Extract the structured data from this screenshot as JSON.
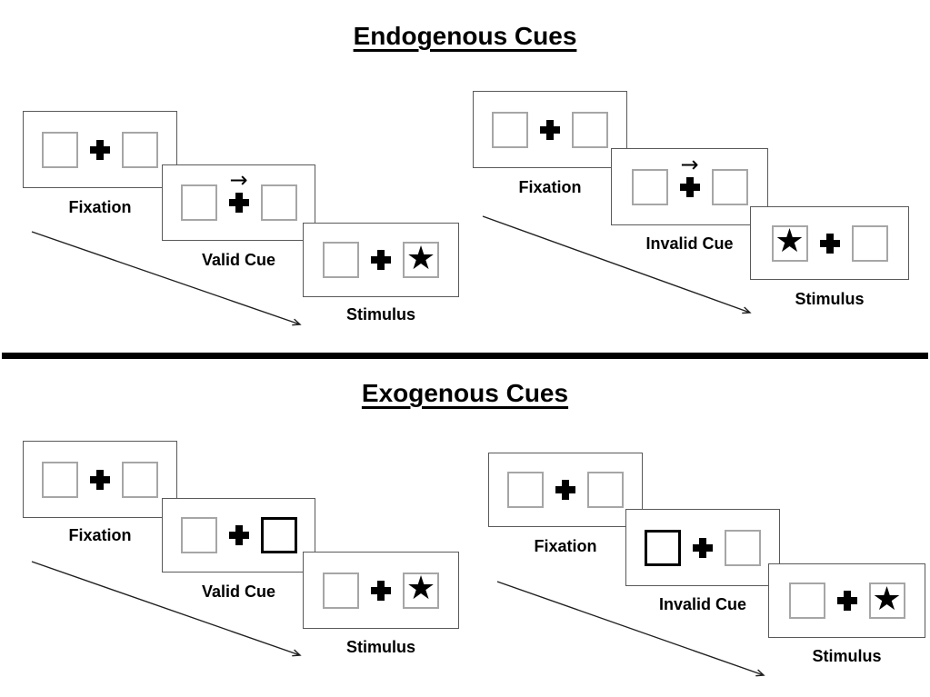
{
  "icons": {
    "star": "★",
    "cue_arrow": "→",
    "fixation_cross": "+"
  },
  "colors": {
    "background": "#ffffff",
    "text": "#000000",
    "panel_border": "#595959",
    "box_border": "#a6a6a6",
    "cued_box_border": "#000000",
    "divider": "#000000",
    "arrow": "#1f1f1f"
  },
  "endogenous": {
    "title": "Endogenous Cues",
    "valid": {
      "fixation": "Fixation",
      "cue": "Valid Cue",
      "stimulus": "Stimulus"
    },
    "invalid": {
      "fixation": "Fixation",
      "cue": "Invalid Cue",
      "stimulus": "Stimulus"
    }
  },
  "exogenous": {
    "title": "Exogenous Cues",
    "valid": {
      "fixation": "Fixation",
      "cue": "Valid Cue",
      "stimulus": "Stimulus"
    },
    "invalid": {
      "fixation": "Fixation",
      "cue": "Invalid Cue",
      "stimulus": "Stimulus"
    }
  }
}
